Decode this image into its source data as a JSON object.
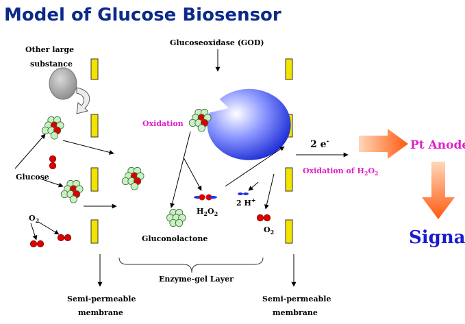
{
  "title": "Model of Glucose Biosensor",
  "labels": {
    "other_large_1": "Other large",
    "other_large_2": "substance",
    "god": "Glucoseoxidase (GOD)",
    "oxidation": "Oxidation",
    "glucose": "Glucose",
    "o2_left": "O",
    "o2_left_sub": "2",
    "h2o2_a": "H",
    "h2o2_sub1": "2",
    "h2o2_b": "O",
    "h2o2_sub2": "2",
    "h_plus_a": "2 H",
    "h_plus_sup": "+",
    "o2_right": "O",
    "o2_right_sub": "2",
    "gluconolactone": "Gluconolactone",
    "two_e": "2 e",
    "two_e_sup": "-",
    "oxidation_h2o2_a": "Oxidation of H",
    "oxidation_h2o2_sub1": "2",
    "oxidation_h2o2_b": "O",
    "oxidation_h2o2_sub2": "2",
    "pt_anode": "Pt Anode",
    "signal": "Signal",
    "enzyme_gel": "Enzyme-gel Layer",
    "membrane_left_1": "Semi-permeable",
    "membrane_left_2": "membrane",
    "membrane_right_1": "Semi-permeable",
    "membrane_right_2": "membrane"
  },
  "colors": {
    "title": "#0b2a8a",
    "membrane": "#f2e300",
    "molecule_green": "#c8f0c0",
    "molecule_red": "#dd0000",
    "enzyme_blue": "#2233dd",
    "magenta_text": "#e020c8",
    "signal_text": "#1a1ad0",
    "orange_arrow": "#ff6a1a"
  }
}
